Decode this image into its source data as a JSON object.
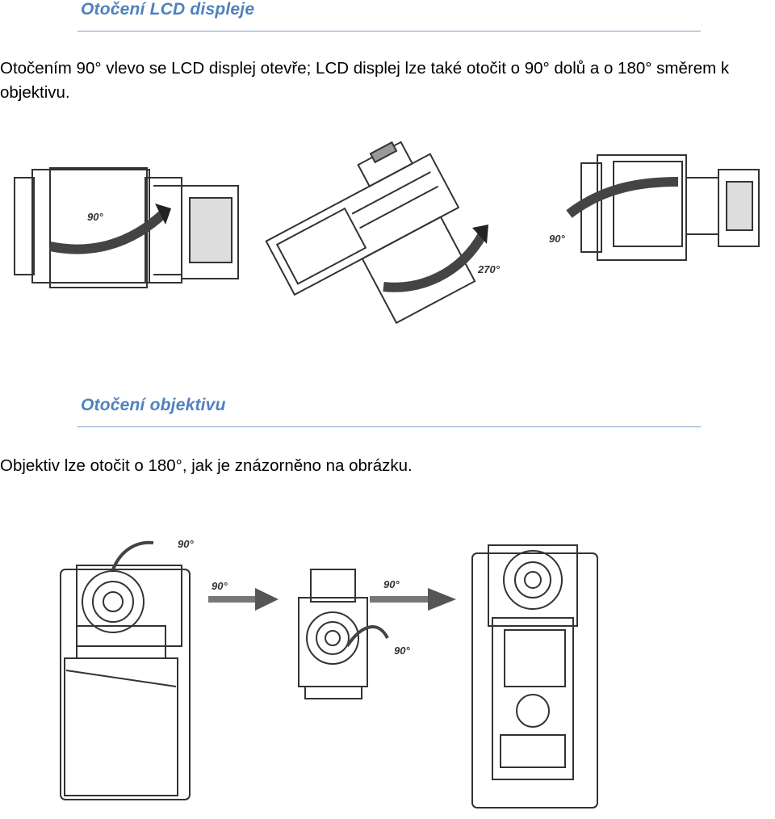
{
  "section1": {
    "heading": "Otočení LCD displeje",
    "paragraph": "Otočením 90° vlevo se LCD displej otevře; LCD displej lze také otočit o 90° dolů a o 180° směrem k objektivu.",
    "figure": {
      "labels": [
        "90°",
        "270°",
        "90°"
      ]
    }
  },
  "section2": {
    "heading": "Otočení objektivu",
    "paragraph": "Objektiv lze otočit o 180°, jak je znázorněno na obrázku.",
    "figure": {
      "labels": [
        "90°",
        "90°",
        "90°",
        "90°"
      ]
    }
  }
}
